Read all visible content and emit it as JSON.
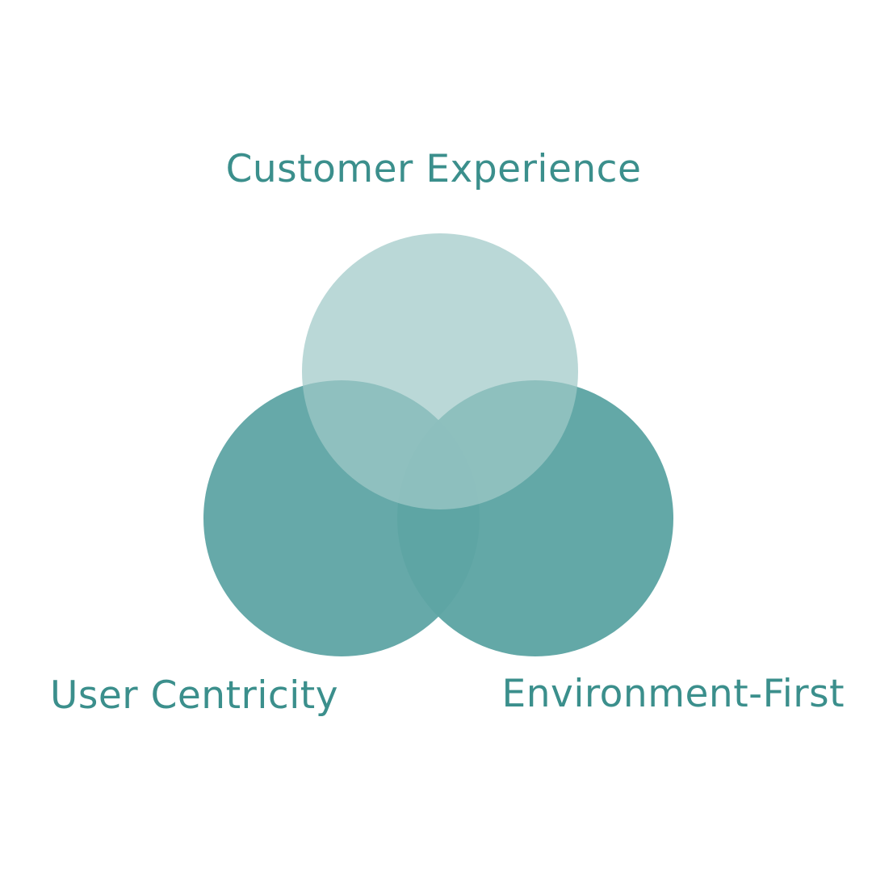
{
  "colors": {
    "background": "#ffffff",
    "label_text": "#3b8f8c",
    "circle_top": "#9fc9c8",
    "circle_left": "#66a9a9",
    "circle_right": "#5ea5a4"
  },
  "sets": {
    "top": {
      "label": "Customer Experience"
    },
    "left": {
      "label": "User Centricity"
    },
    "right": {
      "label": "Environment-First"
    }
  }
}
